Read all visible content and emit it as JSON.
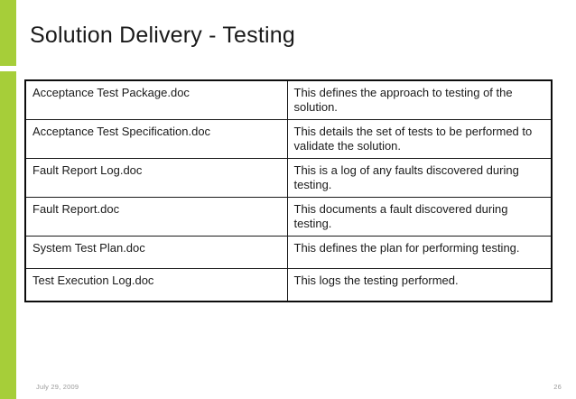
{
  "slide": {
    "title": "Solution Delivery - Testing",
    "accent_color": "#a6ce39",
    "background_color": "#ffffff",
    "text_color": "#1a1a1a"
  },
  "table": {
    "rows": [
      {
        "name": "Acceptance Test Package.doc",
        "description": "This defines the approach to testing of the solution."
      },
      {
        "name": "Acceptance Test Specification.doc",
        "description": "This details the set of tests to be performed to validate the solution."
      },
      {
        "name": "Fault Report Log.doc",
        "description": "This is a log of any faults discovered during testing."
      },
      {
        "name": "Fault Report.doc",
        "description": "This documents a fault discovered during testing."
      },
      {
        "name": "System Test Plan.doc",
        "description": "This defines the plan for performing testing."
      },
      {
        "name": "Test Execution Log.doc",
        "description": "This logs the testing performed."
      }
    ]
  },
  "footer": {
    "date": "July 29, 2009",
    "page_number": "26"
  }
}
